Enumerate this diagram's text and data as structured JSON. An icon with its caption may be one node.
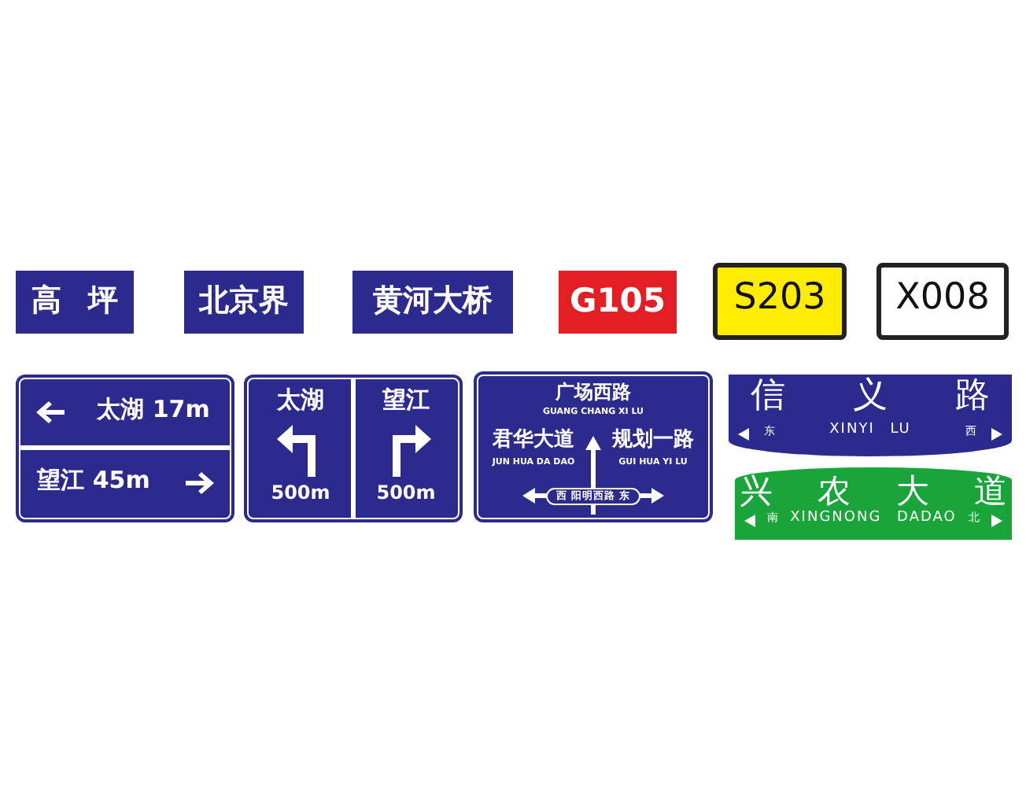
{
  "diagram": {
    "nodes": [
      {
        "text": [
          "高 坪"
        ]
      },
      {
        "text": [
          "北京界"
        ]
      },
      {
        "text": [
          "黄河大桥"
        ]
      },
      {
        "text": [
          "G105"
        ]
      },
      {
        "text": [
          "S203"
        ]
      },
      {
        "text": [
          "X008"
        ]
      },
      {
        "text": [
          "太湖 17m",
          "望江 45m"
        ]
      },
      {
        "text": [
          "太湖",
          "500m",
          "望江",
          "500m"
        ]
      },
      {
        "text": [
          "广场西路",
          "GUANG CHANG XI LU",
          "君华大道",
          "JUN HUA DA DAO",
          "规划一路",
          "GUI HUA YI LU",
          "西 阳明西路 东"
        ]
      },
      {
        "text": [
          "信 义 路",
          "东",
          "XINYI LU",
          "西"
        ]
      },
      {
        "text": [
          "兴 农 大 道",
          "南",
          "XINGNONG DADAO",
          "北"
        ]
      }
    ]
  }
}
